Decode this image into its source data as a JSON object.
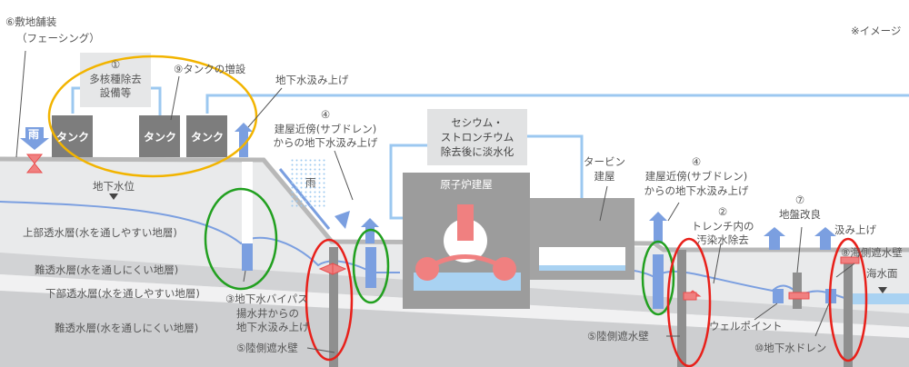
{
  "note": "※イメージ",
  "labels": {
    "facing": [
      "⑥敷地舗装",
      "（フェーシング）"
    ],
    "alps": [
      "①",
      "多核種除去",
      "設備等"
    ],
    "tank_add": "⑨タンクの増設",
    "tank": "タンク",
    "rain": "雨",
    "pumpup_top": "地下水汲み上げ",
    "subdrain_left": [
      "④",
      "建屋近傍(サブドレン)",
      "からの地下水汲み上げ"
    ],
    "cesium": [
      "セシウム・",
      "ストロンチウム",
      "除去後に淡水化"
    ],
    "reactor": "原子炉建屋",
    "turbine": [
      "タービン",
      "建屋"
    ],
    "subdrain_right": [
      "④",
      "建屋近傍(サブドレン)",
      "からの地下水汲み上げ"
    ],
    "trench": [
      "②",
      "トレンチ内の",
      "汚染水除去"
    ],
    "ground_improve": [
      "⑦",
      "地盤改良"
    ],
    "pumpup_right": "汲み上げ",
    "sea_wall": "⑧海側遮水壁",
    "sea_level": "海水面",
    "groundwater_level": "地下水位",
    "layer_upper": "上部透水層(水を通しやすい地層)",
    "layer_imperm1": "難透水層(水を通しにくい地層)",
    "layer_lower": "下部透水層(水を通しやすい地層)",
    "layer_imperm2": "難透水層(水を通しにくい地層)",
    "bypass": [
      "③地下水バイパス",
      "揚水井からの",
      "地下水汲み上げ"
    ],
    "land_wall_left": "⑤陸側遮水壁",
    "land_wall_right": "⑤陸側遮水壁",
    "wellpoint": "ウェルポイント",
    "gw_drain": "⑩地下水ドレン"
  },
  "colors": {
    "water": "#7b9fe0",
    "pipe": "#9cc8f0",
    "tank": "#7d7d7d",
    "block": "#e94e4e",
    "yellow_ring": "#f2b400",
    "green_ring": "#22a020",
    "red_ring": "#e8201a"
  }
}
